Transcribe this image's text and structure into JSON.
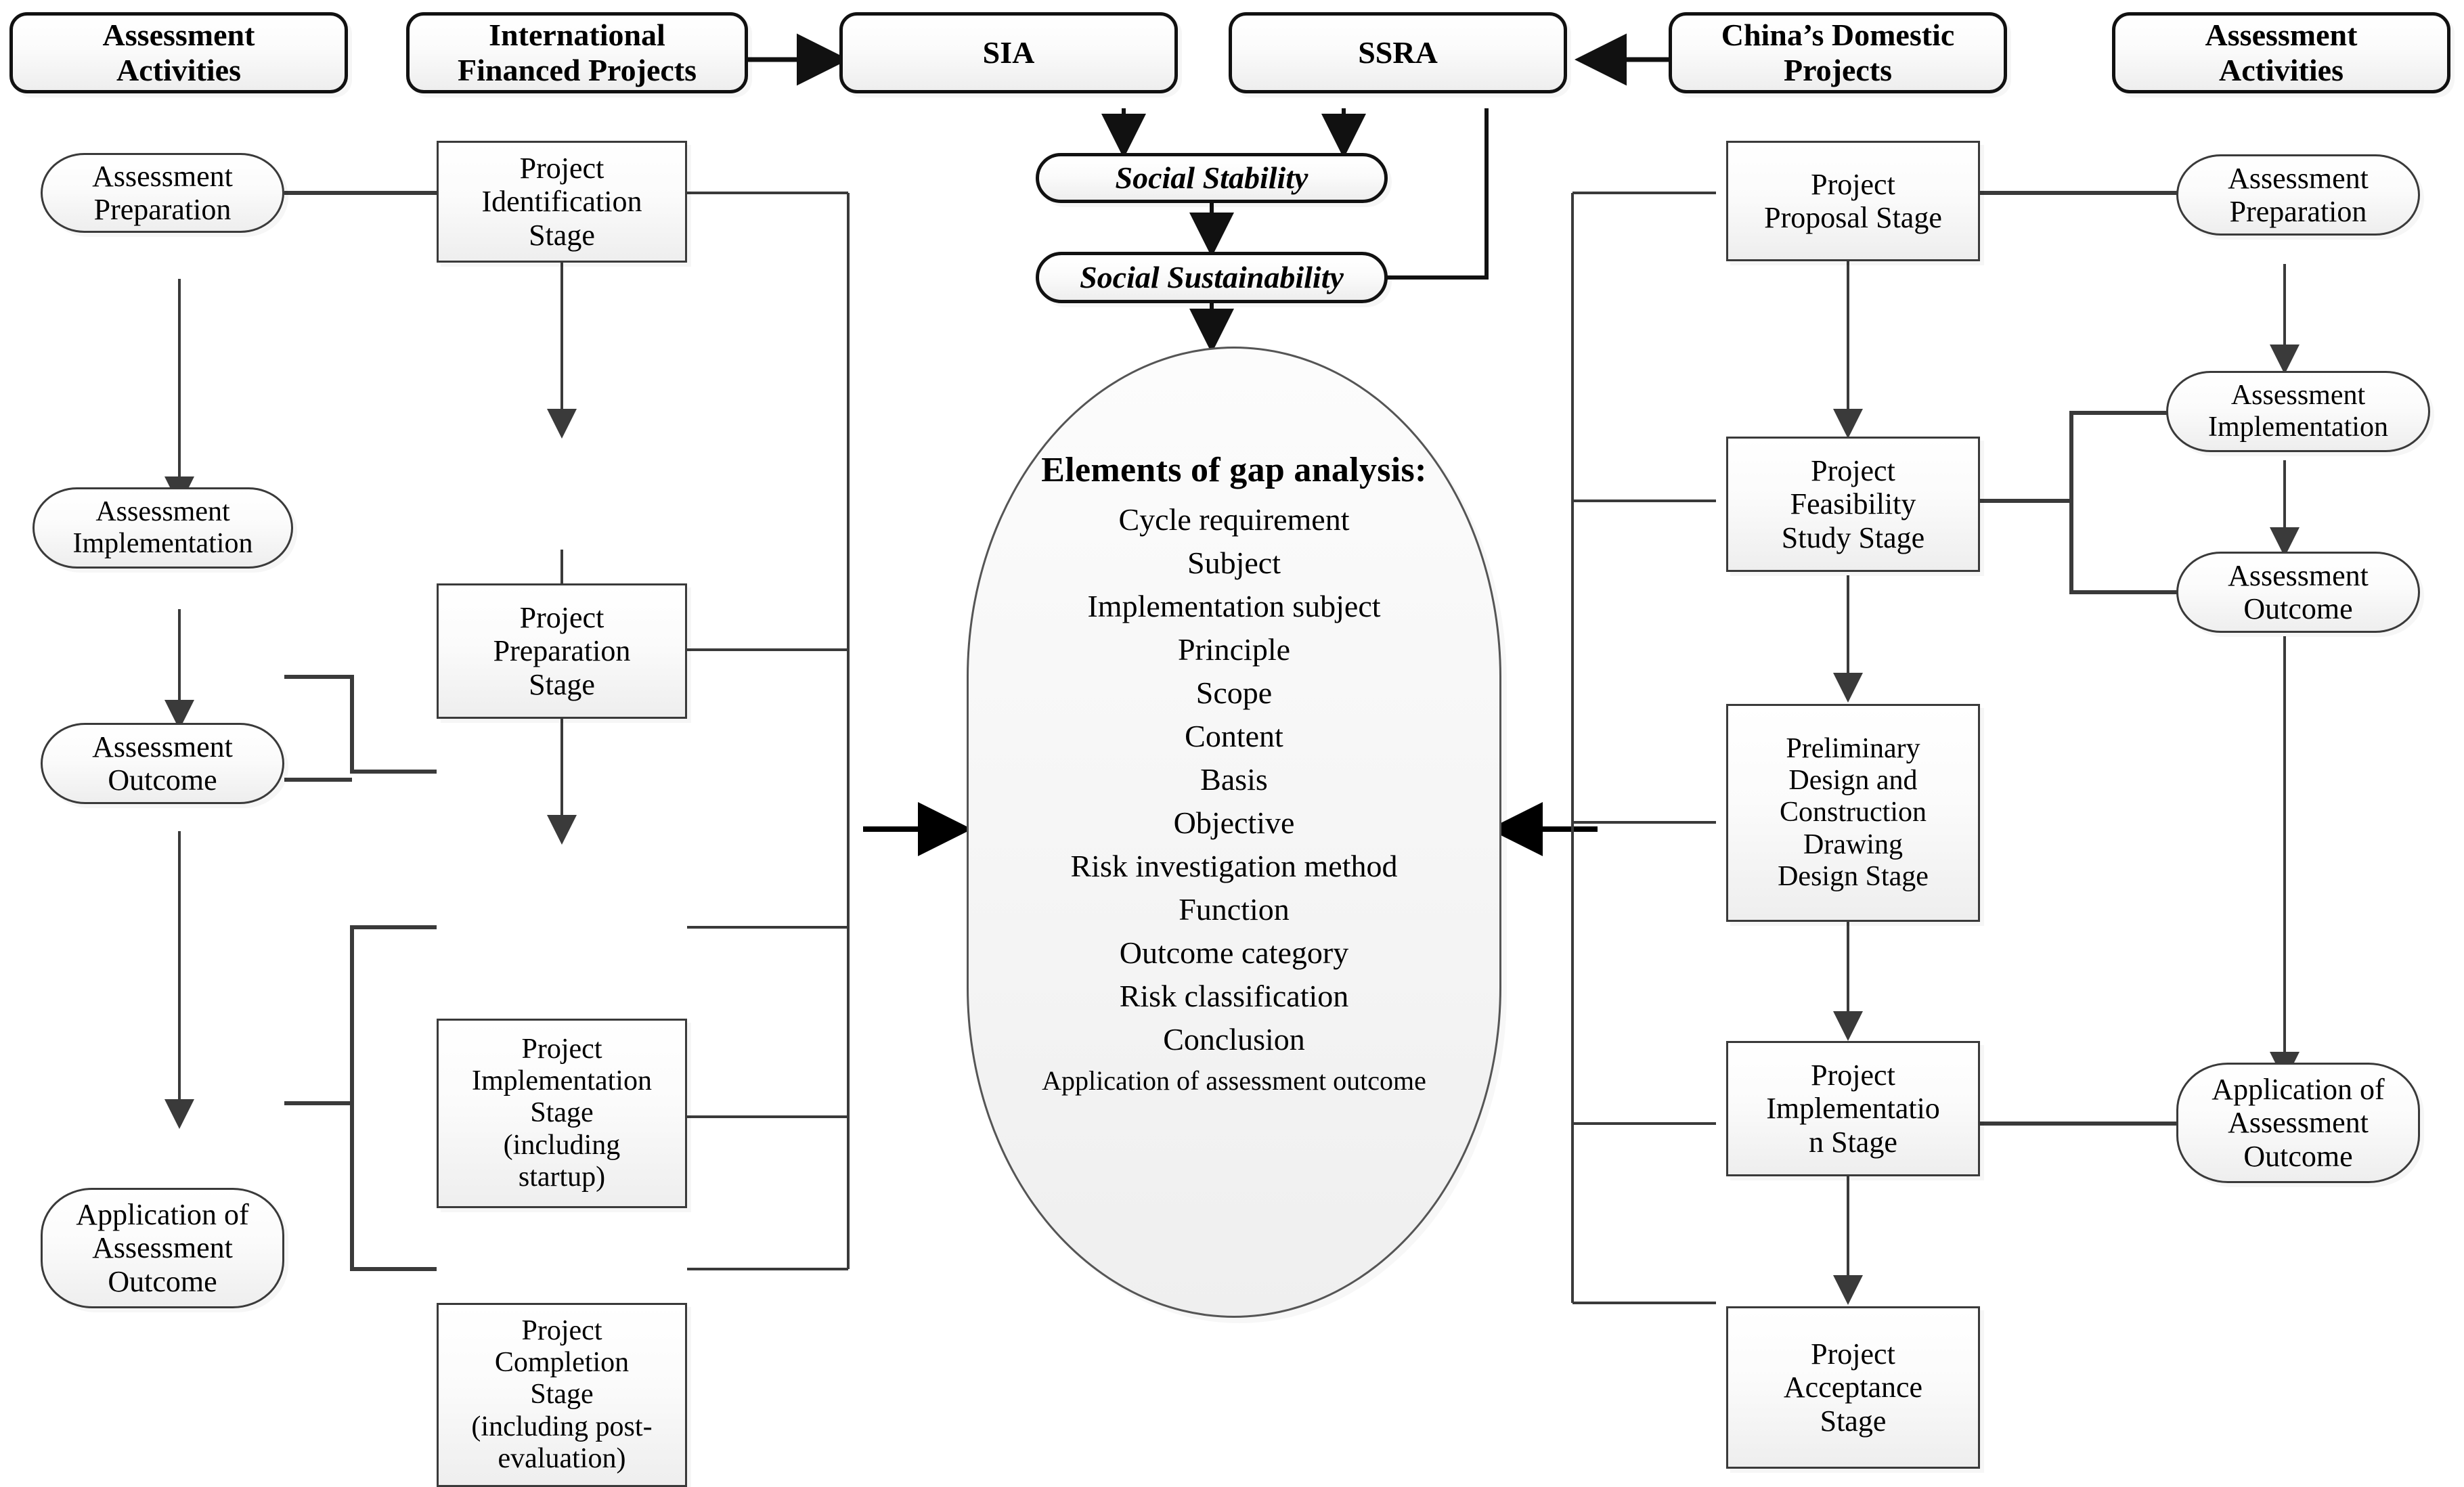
{
  "headers": {
    "left": "Assessment\nActivities",
    "right": "Assessment\nActivities"
  },
  "inputs": {
    "international": "International\nFinanced Projects",
    "domestic": "China’s Domestic\nProjects"
  },
  "assessment_types": {
    "sia": "SIA",
    "ssra": "SSRA"
  },
  "concepts": {
    "stability": "Social Stability",
    "sustainability": "Social Sustainability"
  },
  "gap_analysis": {
    "title": "Elements of gap analysis:",
    "items": [
      "Cycle requirement",
      "Subject",
      "Implementation subject",
      "Principle",
      "Scope",
      "Content",
      "Basis",
      "Objective",
      "Risk investigation method",
      "Function",
      "Outcome category",
      "Risk classification",
      "Conclusion",
      "Application of assessment outcome"
    ]
  },
  "left_activities": [
    "Assessment\nPreparation",
    "Assessment\nImplementation",
    "Assessment\nOutcome",
    "Application of\nAssessment\nOutcome"
  ],
  "left_stages": [
    "Project\nIdentification\nStage",
    "Project\nPreparation\nStage",
    "Project\nImplementation\nStage\n(including\nstartup)",
    "Project\nCompletion\nStage\n(including post-\nevaluation)"
  ],
  "right_stages": [
    "Project\nProposal Stage",
    "Project\nFeasibility\nStudy Stage",
    "Preliminary\nDesign and\nConstruction\nDrawing\nDesign Stage",
    "Project\nImplementatio\nn Stage",
    "Project\nAcceptance\nStage"
  ],
  "right_activities": [
    "Assessment\nPreparation",
    "Assessment\nImplementation",
    "Assessment\nOutcome",
    "Application of\nAssessment\nOutcome"
  ],
  "colors": {
    "stroke": "#3a3a3a",
    "stroke_strong": "#111111",
    "fill_top": "#ffffff",
    "fill_bottom": "#eeeeee",
    "text": "#000000"
  }
}
